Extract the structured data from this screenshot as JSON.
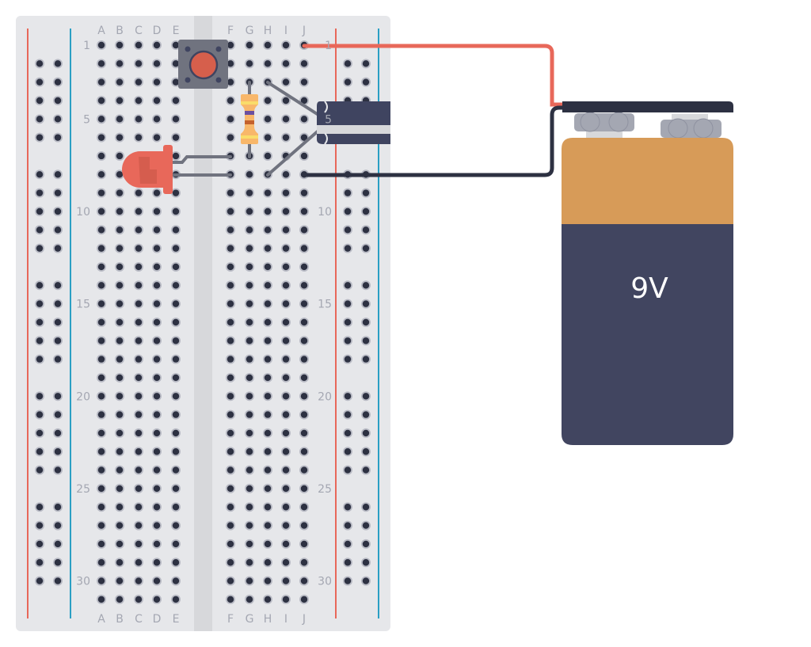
{
  "breadboard": {
    "columns_left": [
      "A",
      "B",
      "C",
      "D",
      "E"
    ],
    "columns_right": [
      "F",
      "G",
      "H",
      "I",
      "J"
    ],
    "row_count": 31,
    "row_labels": [
      "1",
      "5",
      "10",
      "15",
      "20",
      "25",
      "30"
    ],
    "colors": {
      "board": "#e6e7ea",
      "channel": "#d7d8db",
      "hole": "#2d3142",
      "hole_ring": "#b8bac4",
      "rail_positive": "#e8685a",
      "rail_negative": "#2a9fc4"
    }
  },
  "components": {
    "pushbutton": {
      "icon": "pushbutton-icon",
      "color": "#d65f4c"
    },
    "resistor": {
      "icon": "resistor-icon",
      "bands": [
        "#f9dc6a",
        "#6b4fa0",
        "#c4612d",
        "#f9dc6a"
      ]
    },
    "led": {
      "icon": "led-icon",
      "color": "#e8685a"
    },
    "capacitor": {
      "icon": "capacitor-icon",
      "color": "#3f4460"
    },
    "battery": {
      "label": "9V",
      "top_color": "#d79b58",
      "body_color": "#414560"
    }
  },
  "wires": [
    {
      "name": "positive-wire",
      "color": "#e8685a"
    },
    {
      "name": "negative-wire",
      "color": "#2d3142"
    }
  ]
}
